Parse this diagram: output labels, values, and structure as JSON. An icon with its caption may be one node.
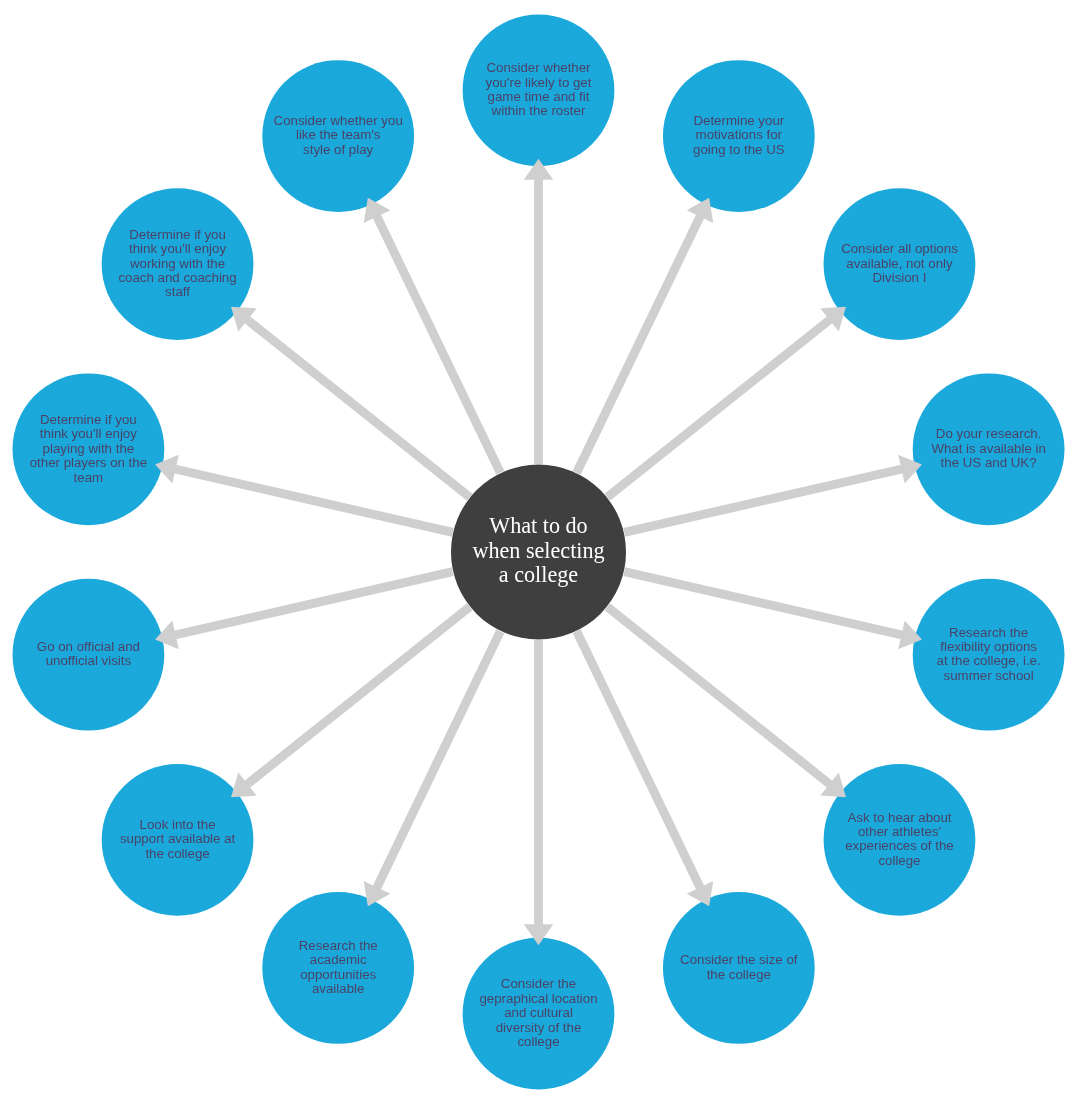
{
  "diagram": {
    "nodes": [
      {
        "text": [
          "What to do when selecting a college"
        ]
      },
      {
        "text": [
          "Do your research. What is available in the US and UK?"
        ]
      },
      {
        "text": [
          "Consider all options available, not only Division I"
        ]
      },
      {
        "text": [
          "Determine your motivations for going to the US"
        ]
      },
      {
        "text": [
          "Consider whether you're likely to get game time and fit within the roster"
        ]
      },
      {
        "text": [
          "Consider whether you like the team's style of play"
        ]
      },
      {
        "text": [
          "Determine if you think you'll enjoy working with the coach and coaching staff"
        ]
      },
      {
        "text": [
          "Determine if you think you'll enjoy playing with the other players on the team"
        ]
      },
      {
        "text": [
          "Go on official and unofficial visits"
        ]
      },
      {
        "text": [
          "Look into the support available at the college"
        ]
      },
      {
        "text": [
          "Research the academic opportunities available"
        ]
      },
      {
        "text": [
          "Consider the gepraphical location and cultural diversity of the college"
        ]
      },
      {
        "text": [
          "Consider the size of the college"
        ]
      },
      {
        "text": [
          "Ask to hear about other athletes' experiences of the college"
        ]
      },
      {
        "text": [
          "Research the flexibility options at the college, i.e. summer school"
        ]
      }
    ],
    "edges": [
      {
        "from": 0,
        "to": 1,
        "arrow": "to"
      },
      {
        "from": 0,
        "to": 2,
        "arrow": "to"
      },
      {
        "from": 0,
        "to": 3,
        "arrow": "to"
      },
      {
        "from": 0,
        "to": 4,
        "arrow": "to"
      },
      {
        "from": 0,
        "to": 5,
        "arrow": "to"
      },
      {
        "from": 0,
        "to": 6,
        "arrow": "to"
      },
      {
        "from": 0,
        "to": 7,
        "arrow": "to"
      },
      {
        "from": 0,
        "to": 8,
        "arrow": "to"
      },
      {
        "from": 0,
        "to": 9,
        "arrow": "to"
      },
      {
        "from": 0,
        "to": 10,
        "arrow": "to"
      },
      {
        "from": 0,
        "to": 11,
        "arrow": "to"
      },
      {
        "from": 0,
        "to": 12,
        "arrow": "to"
      },
      {
        "from": 0,
        "to": 13,
        "arrow": "to"
      },
      {
        "from": 0,
        "to": 14,
        "arrow": "to"
      }
    ]
  }
}
